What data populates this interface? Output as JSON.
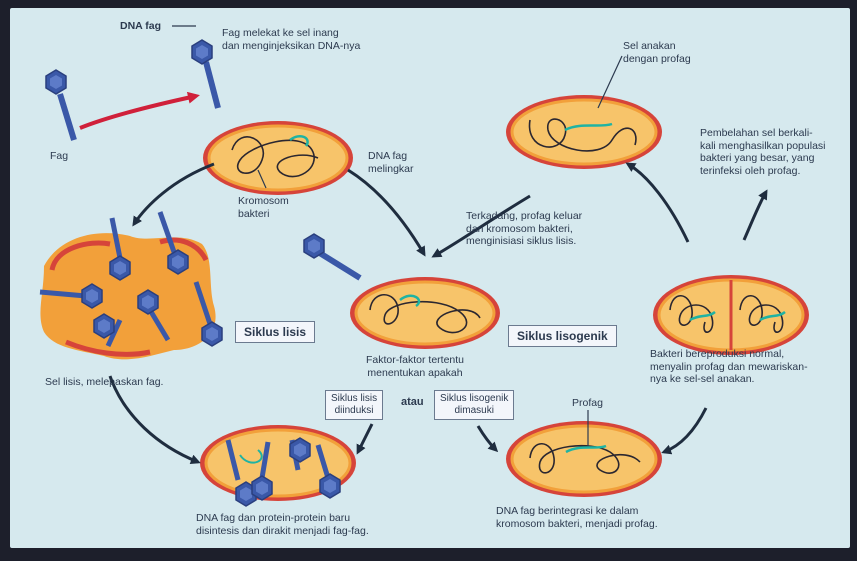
{
  "labels": {
    "dna_fag_top": "DNA fag",
    "fag": "Fag",
    "fag_melekat": "Fag melekat ke sel inang\ndan menginjeksikan DNA-nya",
    "kromosom_bakteri": "Kromosom\nbakteri",
    "dna_fag_melingkar": "DNA fag\nmelingkar",
    "sel_anakan": "Sel anakan\ndengan profag",
    "pembelahan": "Pembelahan sel berkali-\nkali menghasilkan populasi\nbakteri yang besar, yang\nterinfeksi oleh profag.",
    "terkadang": "Terkadang, profag keluar\ndari kromosom bakteri,\nmenginisiasi siklus lisis.",
    "faktor": "Faktor-faktor tertentu\nmenentukan apakah",
    "atau": "atau",
    "siklus_lisis_diinduksi": "Siklus lisis\ndiinduksi",
    "siklus_lisogenik_dimasuki": "Siklus lisogenik\ndimasuki",
    "sel_lisis": "Sel lisis, melepaskan fag.",
    "bakteri_bereproduksi": "Bakteri bereproduksi normal,\nmenyalin profag dan mewariskan-\nnya ke sel-sel anakan.",
    "profag": "Profag",
    "dna_fag_protein": "DNA fag dan protein-protein baru\ndisintesis dan dirakit menjadi fag-fag.",
    "dna_fag_berintegrasi": "DNA fag berintegrasi ke dalam\nkromosom bakteri, menjadi profag."
  },
  "cycle_labels": {
    "lisis": "Siklus lisis",
    "lisogenik": "Siklus lisogenik"
  },
  "colors": {
    "cell_fill": "#f2a03a",
    "cell_edge": "#d6443a",
    "cytoplasm": "#f7c46a",
    "chromosome": "#2b2730",
    "phage_dna": "#1fb3a3",
    "phage_blue": "#3a58a8",
    "arrow": "#1f2d3f",
    "red_arrow": "#d0203a"
  }
}
